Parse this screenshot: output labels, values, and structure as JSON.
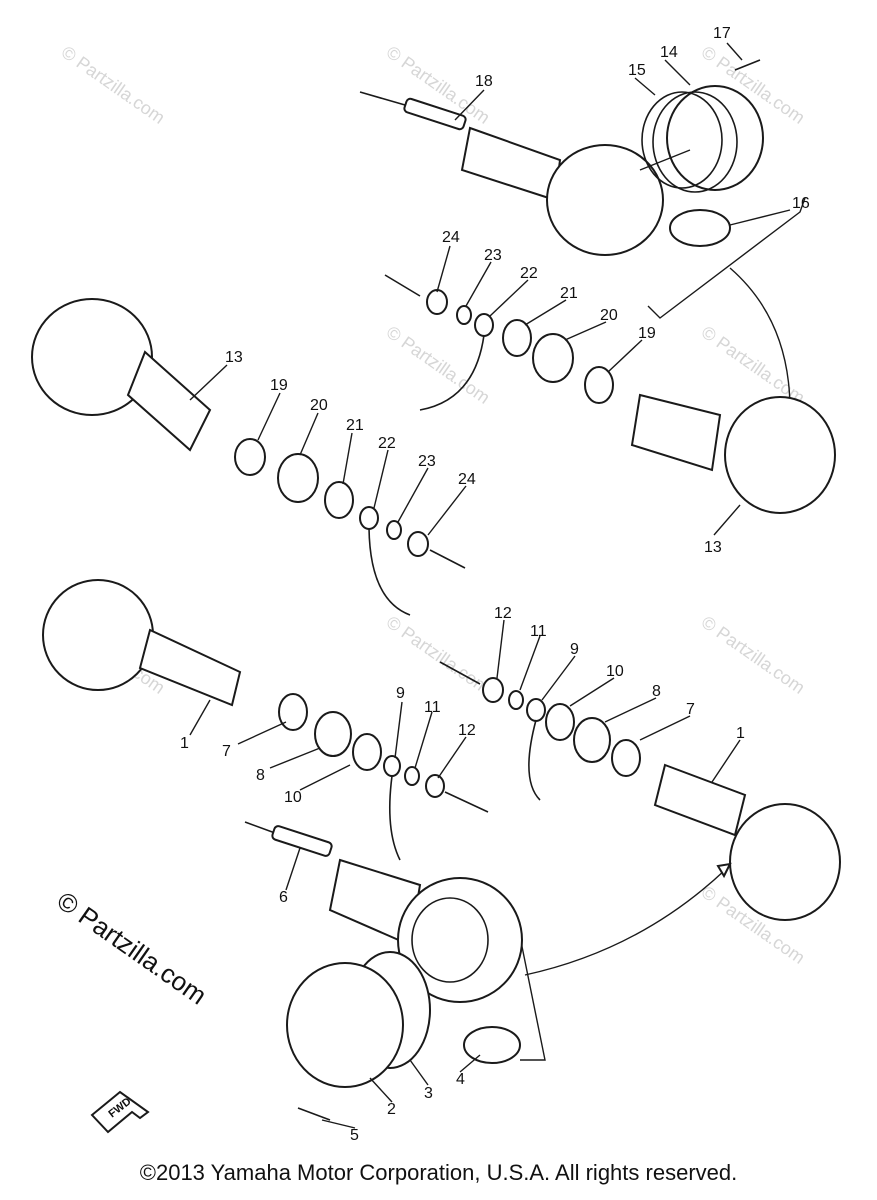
{
  "diagram": {
    "watermark": "© Partzilla.com",
    "fwd_label": "FWD",
    "callouts": [
      "1",
      "2",
      "3",
      "4",
      "5",
      "6",
      "7",
      "8",
      "9",
      "10",
      "11",
      "12",
      "13",
      "14",
      "15",
      "16",
      "17",
      "18",
      "19",
      "20",
      "21",
      "22",
      "23",
      "24"
    ]
  },
  "footer": {
    "copyright": "©2013 Yamaha Motor Corporation, U.S.A. All rights reserved."
  }
}
